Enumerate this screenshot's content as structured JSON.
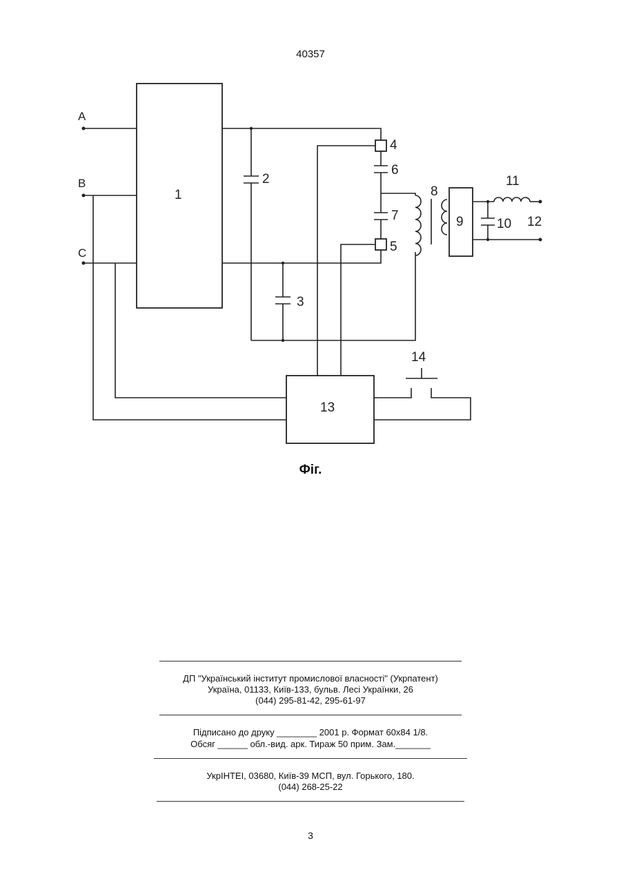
{
  "header": {
    "patent_number": "40357"
  },
  "figure": {
    "caption": "Фіг.",
    "terminals": {
      "a": "A",
      "b": "B",
      "c": "C"
    },
    "labels": {
      "block_1": "1",
      "cap_2": "2",
      "cap_3": "3",
      "switch_4": "4",
      "switch_5": "5",
      "cap_6": "6",
      "cap_7": "7",
      "transformer_8": "8",
      "rectifier_9": "9",
      "cap_10": "10",
      "inductor_11": "11",
      "output_12": "12",
      "controller_13": "13",
      "button_14": "14"
    }
  },
  "imprint": {
    "publisher_line1": "ДП \"Український інститут промислової власності\" (Укрпатент)",
    "publisher_line2": "Україна, 01133, Київ-133, бульв. Лесі Українки, 26",
    "publisher_line3": "(044) 295-81-42, 295-61-97",
    "print_line1": "Підписано до друку ________ 2001 р.    Формат 60х84 1/8.",
    "print_line2": "Обсяг ______ обл.-вид. арк.   Тираж 50 прим.    Зам._______",
    "printer_line1": "УкрІНТЕІ, 03680, Київ-39 МСП, вул. Горького, 180.",
    "printer_line2": "(044) 268-25-22"
  },
  "footer": {
    "page_number": "3"
  }
}
